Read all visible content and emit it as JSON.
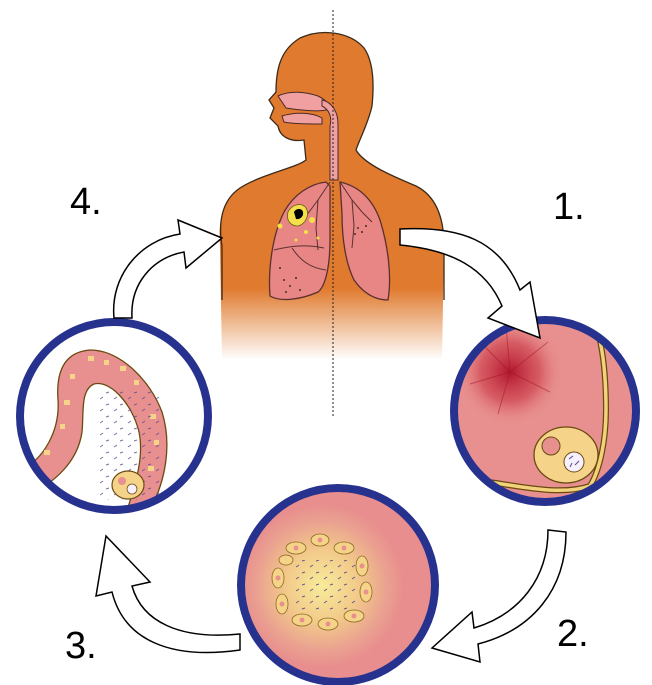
{
  "steps": [
    {
      "number": "1."
    },
    {
      "number": "2."
    },
    {
      "number": "3."
    },
    {
      "number": "4."
    }
  ],
  "colors": {
    "skin": "#E07A2E",
    "airway": "#F0A0A0",
    "lung_fill": "#E88585",
    "lung_outline": "#5A3030",
    "circle_border": "#27328F",
    "tissue": "#E8908F",
    "lesion": "#C0182A",
    "granuloma_glow": "#F5E27A",
    "cell_fill": "#F5D48A",
    "arrow_fill": "#FFFFFF",
    "arrow_stroke": "#000000"
  },
  "icons": [
    "human-torso-icon",
    "lungs-icon",
    "lung-lesion-icon",
    "alveolus-inflammation-icon",
    "granuloma-icon",
    "airway-spread-icon",
    "cycle-arrow-icon"
  ]
}
